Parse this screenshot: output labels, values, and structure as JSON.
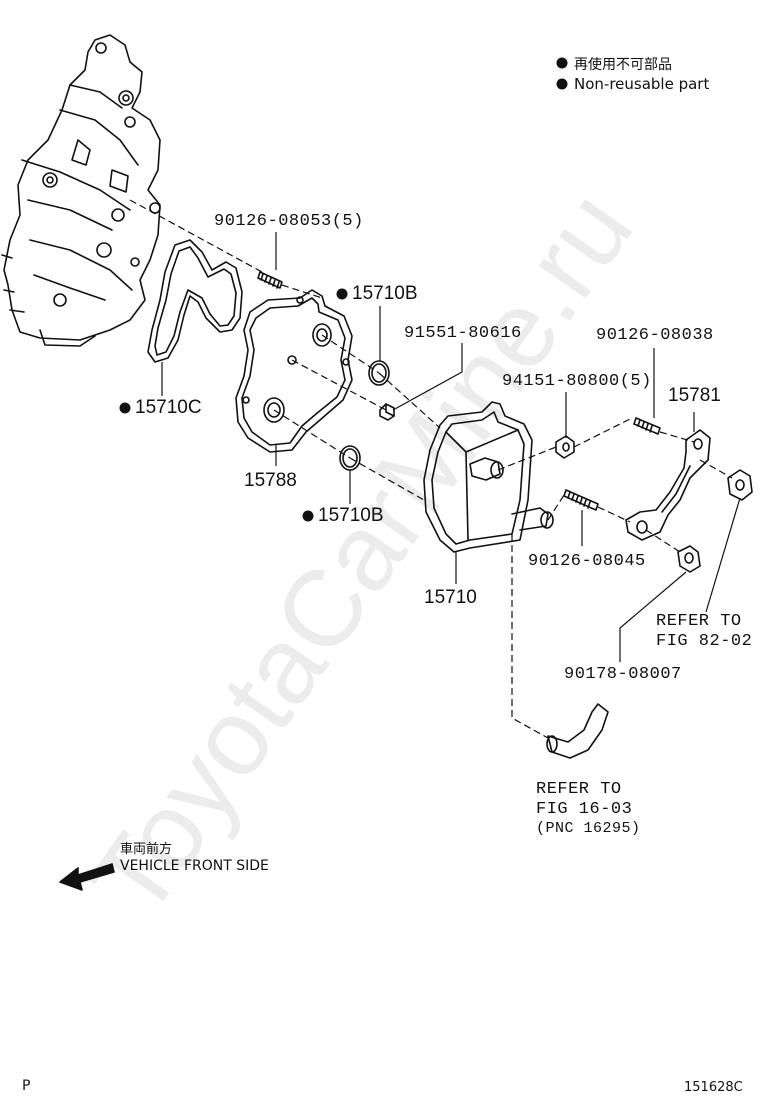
{
  "legend": {
    "jp": "再使用不可部品",
    "en": "Non-reusable part",
    "marker_color": "#111111"
  },
  "labels": {
    "bolt_top": "90126-08053(5)",
    "gasket_top": "15710B",
    "gasket_left": "15710C",
    "screw": "91551-80616",
    "stud_right": "90126-08038",
    "nut": "94151-80800(5)",
    "bracket": "15781",
    "cover": "15788",
    "gasket_bottom": "15710B",
    "cooler": "15710",
    "stud_bottom": "90126-08045",
    "cushion": "90178-08007",
    "refer_fig82_line1": "REFER TO",
    "refer_fig82_line2": "FIG 82-02",
    "refer_fig16_line1": "REFER TO",
    "refer_fig16_line2": "FIG 16-03",
    "refer_fig16_line3": "(PNC 16295)"
  },
  "direction": {
    "jp": "車両前方",
    "en": "VEHICLE FRONT SIDE"
  },
  "footer": {
    "left": "P",
    "right": "151628C"
  },
  "watermark": "ToyotaCarMine.ru"
}
